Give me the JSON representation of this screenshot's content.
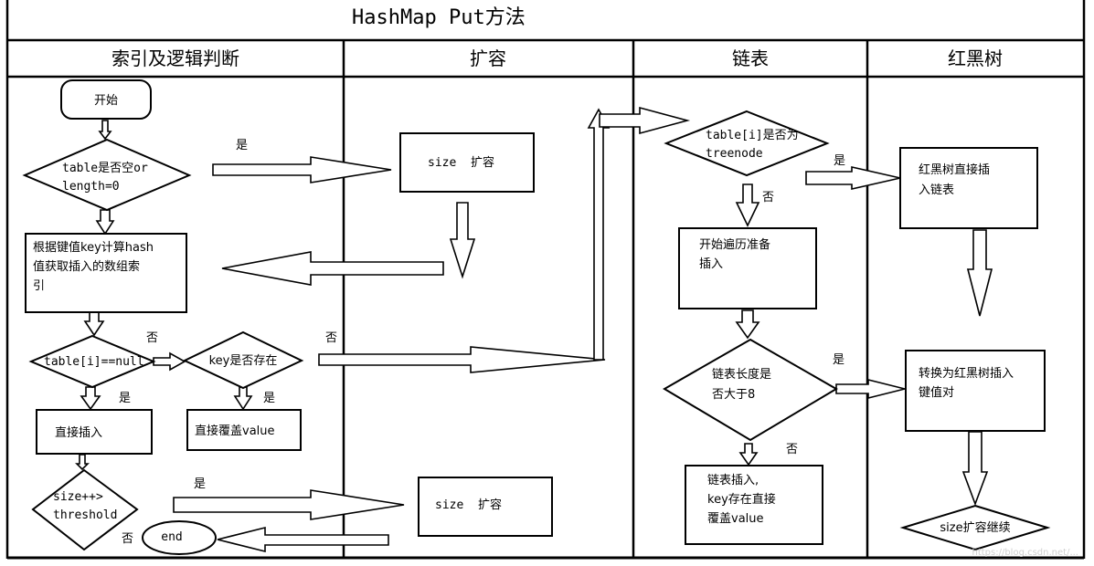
{
  "title": "HashMap Put方法",
  "lanes": [
    "索引及逻辑判断",
    "扩容",
    "链表",
    "红黑树"
  ],
  "nodes": {
    "start": "开始",
    "table_empty": [
      "table是否空or",
      "length=0"
    ],
    "hash_index": [
      "根据键值key计算hash",
      "值获取插入的数组索",
      "引"
    ],
    "table_null": "table[i]==null",
    "key_exists": "key是否存在",
    "direct_insert": "直接插入",
    "overwrite": "直接覆盖value",
    "size_threshold": [
      "size++>",
      "threshold"
    ],
    "end": "end",
    "resize_top": "size  扩容",
    "resize_bottom": "size  扩容",
    "treenode": [
      "table[i]是否为",
      "treenode"
    ],
    "traverse": [
      "开始遍历准备",
      "插入"
    ],
    "length_gt8": [
      "链表长度是",
      "否大于8"
    ],
    "list_insert": [
      "链表插入,",
      "key存在直接",
      "覆盖value"
    ],
    "rbt_insert": [
      "红黑树直接插",
      "入链表"
    ],
    "convert_rbt": [
      "转换为红黑树插入",
      "键值对"
    ],
    "resize_continue": "size扩容继续"
  },
  "edge_labels": {
    "yes": "是",
    "no": "否"
  },
  "watermark": "https://blog.csdn.net/..."
}
